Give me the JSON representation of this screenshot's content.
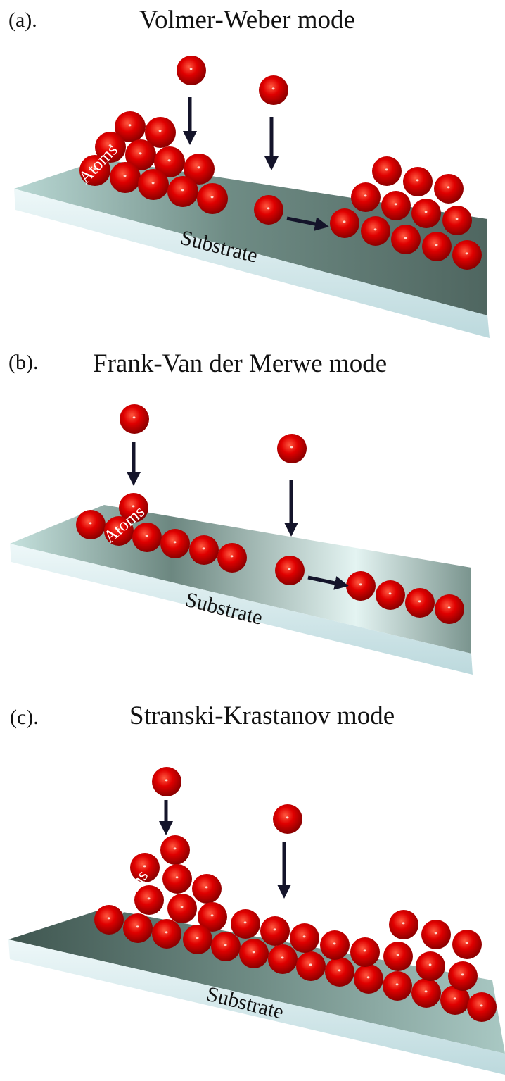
{
  "panels": [
    {
      "letter": "(a).",
      "title": "Volmer-Weber mode",
      "substrate_label": "Substrate",
      "atoms_label": "Atoms"
    },
    {
      "letter": "(b).",
      "title": "Frank-Van der Merwe mode",
      "substrate_label": "Substrate",
      "atoms_label": "Atoms"
    },
    {
      "letter": "(c).",
      "title": "Stranski-Krastanov mode",
      "substrate_label": "Substrate",
      "atoms_label": "Atoms"
    }
  ],
  "colors": {
    "atom": "#e00000",
    "atom_dark": "#8a0000",
    "atom_highlight": "#ff9a8a",
    "arrow": "#14142a",
    "substrate_top": "#5f7a72",
    "substrate_top_light": "#e4f4f2",
    "substrate_edge": "#dff2f4"
  }
}
